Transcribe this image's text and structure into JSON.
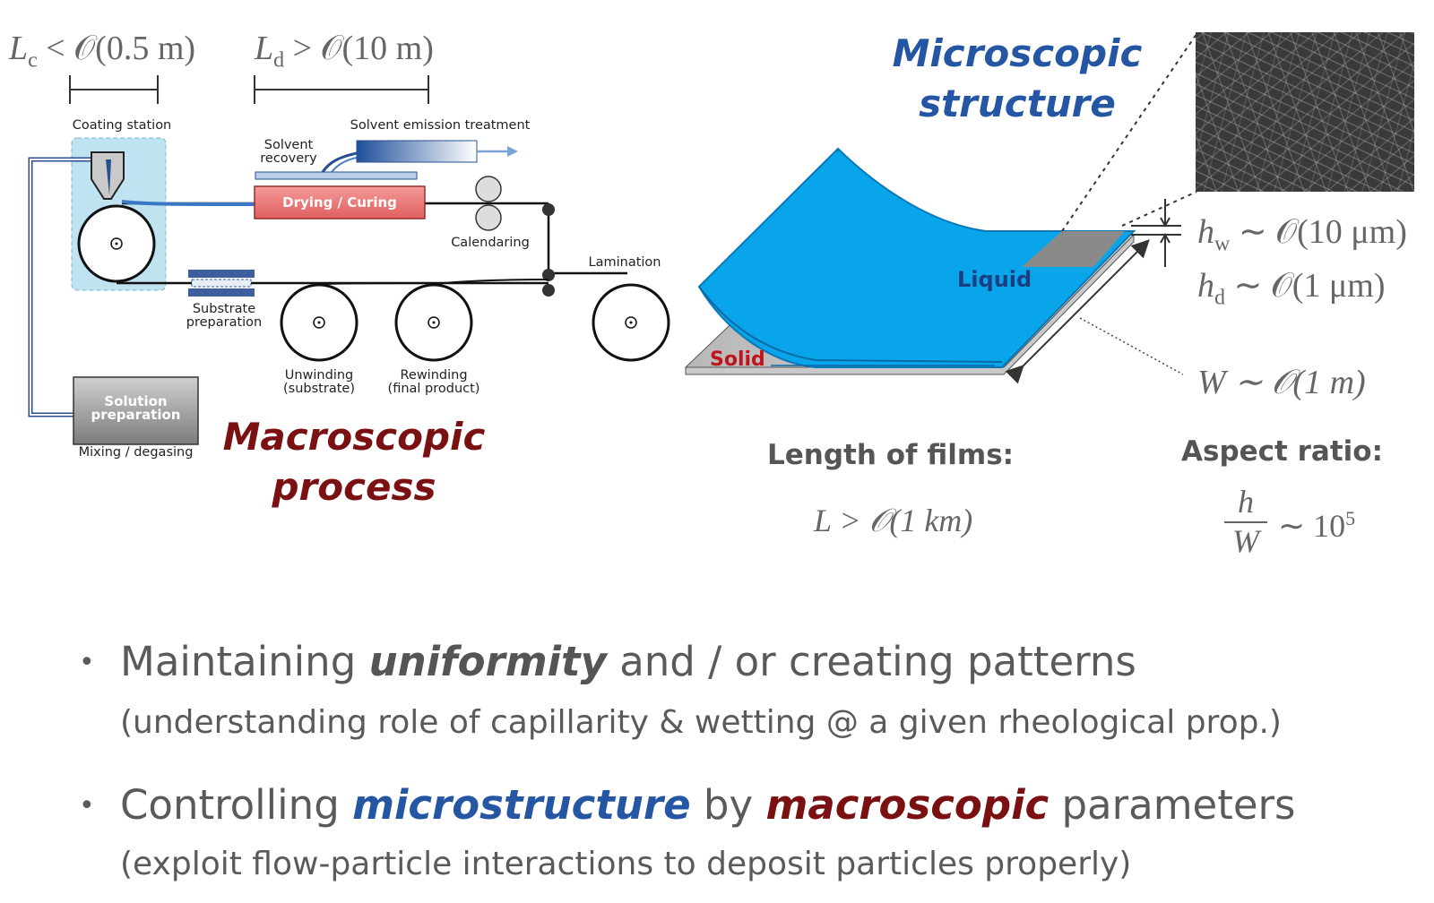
{
  "macro": {
    "lc_label": "L",
    "lc_sub": "c",
    "lc_rest": " < 𝒪(0.5 m)",
    "ld_label": "L",
    "ld_sub": "d",
    "ld_rest": " > 𝒪(10 m)",
    "coating_station": "Coating station",
    "solvent_emission": "Solvent emission treatment",
    "solvent_recovery_1": "Solvent",
    "solvent_recovery_2": "recovery",
    "drying_curing": "Drying / Curing",
    "calendaring": "Calendaring",
    "lamination": "Lamination",
    "substrate_prep_1": "Substrate",
    "substrate_prep_2": "preparation",
    "unwinding_1": "Unwinding",
    "unwinding_2": "(substrate)",
    "rewinding_1": "Rewinding",
    "rewinding_2": "(final product)",
    "solution_prep_1": "Solution",
    "solution_prep_2": "preparation",
    "mixing_degasing": "Mixing / degasing",
    "title_1": "Macroscopic",
    "title_2": "process"
  },
  "micro": {
    "title_1": "Microscopic",
    "title_2": "structure",
    "liquid": "Liquid",
    "solid": "Solid",
    "hw_label": "h",
    "hw_sub": "w",
    "hw_rest": " ∼ 𝒪(10 μm)",
    "hd_label": "h",
    "hd_sub": "d",
    "hd_rest": " ∼ 𝒪(1 μm)",
    "w_label": "W ∼ 𝒪(1 m)"
  },
  "stats": {
    "length_heading": "Length of films:",
    "length_value": "L > 𝒪(1 km)",
    "aspect_heading": "Aspect ratio:",
    "aspect_num": "h",
    "aspect_den": "W",
    "aspect_rest": "∼ 10",
    "aspect_exp": "5"
  },
  "bullets": {
    "b1_pre": "Maintaining ",
    "b1_emph": "uniformity",
    "b1_post": " and / or creating patterns",
    "b1_sub": "(understanding role of  capillarity & wetting @ a given rheological prop.)",
    "b2_pre": "Controlling ",
    "b2_emph1": "microstructure",
    "b2_mid": " by ",
    "b2_emph2": "macroscopic",
    "b2_post": " parameters",
    "b2_sub": "(exploit flow-particle interactions to deposit particles properly)"
  },
  "colors": {
    "macro_red": "#7a1012",
    "micro_blue": "#2456a4",
    "liquid_blue": "#0aa6ea",
    "text_gray": "#5a5a5a"
  }
}
